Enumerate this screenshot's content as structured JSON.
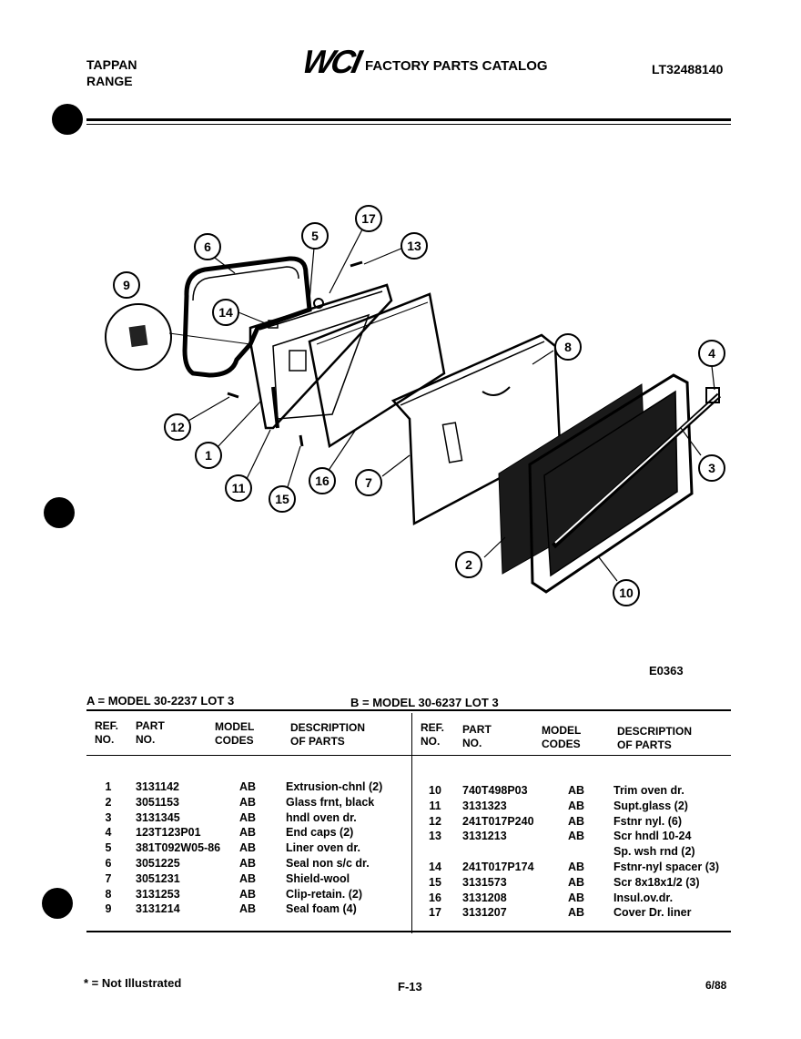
{
  "header": {
    "brand_line1": "TAPPAN",
    "brand_line2": "RANGE",
    "logo_text": "WCI",
    "catalog_title": "FACTORY PARTS CATALOG",
    "catalog_number": "LT32488140"
  },
  "diagram": {
    "code": "E0363",
    "callouts": [
      "1",
      "2",
      "3",
      "4",
      "5",
      "6",
      "7",
      "8",
      "9",
      "10",
      "11",
      "12",
      "13",
      "14",
      "15",
      "16",
      "17"
    ]
  },
  "models": {
    "a": "A = MODEL 30-2237 LOT 3",
    "b": "B = MODEL 30-6237 LOT 3"
  },
  "table": {
    "headers": {
      "ref_line1": "REF.",
      "ref_line2": "NO.",
      "ref_line1_right": "REF.",
      "part_line1": "PART",
      "part_line2": "NO.",
      "model_line1": "MODEL",
      "model_line2": "CODES",
      "desc_line1": "DESCRIPTION",
      "desc_line2": "OF PARTS"
    },
    "left": [
      {
        "ref": "1",
        "part": "3131142",
        "code": "AB",
        "desc": "Extrusion-chnl (2)"
      },
      {
        "ref": "2",
        "part": "3051153",
        "code": "AB",
        "desc": "Glass frnt, black"
      },
      {
        "ref": "3",
        "part": "3131345",
        "code": "AB",
        "desc": "hndl oven dr."
      },
      {
        "ref": "4",
        "part": "123T123P01",
        "code": "AB",
        "desc": "End caps (2)"
      },
      {
        "ref": "5",
        "part": "381T092W05-86",
        "code": "AB",
        "desc": "Liner oven dr."
      },
      {
        "ref": "6",
        "part": "3051225",
        "code": "AB",
        "desc": "Seal non s/c dr."
      },
      {
        "ref": "7",
        "part": "3051231",
        "code": "AB",
        "desc": "Shield-wool"
      },
      {
        "ref": "8",
        "part": "3131253",
        "code": "AB",
        "desc": "Clip-retain. (2)"
      },
      {
        "ref": "9",
        "part": "3131214",
        "code": "AB",
        "desc": "Seal foam (4)"
      }
    ],
    "right": [
      {
        "ref": "10",
        "part": "740T498P03",
        "code": "AB",
        "desc": "Trim oven dr."
      },
      {
        "ref": "11",
        "part": "3131323",
        "code": "AB",
        "desc": "Supt.glass (2)"
      },
      {
        "ref": "12",
        "part": "241T017P240",
        "code": "AB",
        "desc": "Fstnr nyl. (6)"
      },
      {
        "ref": "13",
        "part": "3131213",
        "code": "AB",
        "desc": "Scr hndl 10-24"
      },
      {
        "ref": "",
        "part": "",
        "code": "",
        "desc": "Sp. wsh rnd (2)"
      },
      {
        "ref": "14",
        "part": "241T017P174",
        "code": "AB",
        "desc": "Fstnr-nyl spacer (3)"
      },
      {
        "ref": "15",
        "part": "3131573",
        "code": "AB",
        "desc": "Scr 8x18x1/2 (3)"
      },
      {
        "ref": "16",
        "part": "3131208",
        "code": "AB",
        "desc": "Insul.ov.dr."
      },
      {
        "ref": "17",
        "part": "3131207",
        "code": "AB",
        "desc": "Cover Dr. liner"
      }
    ]
  },
  "footer": {
    "note": "* = Not Illustrated",
    "page": "F-13",
    "date": "6/88"
  }
}
